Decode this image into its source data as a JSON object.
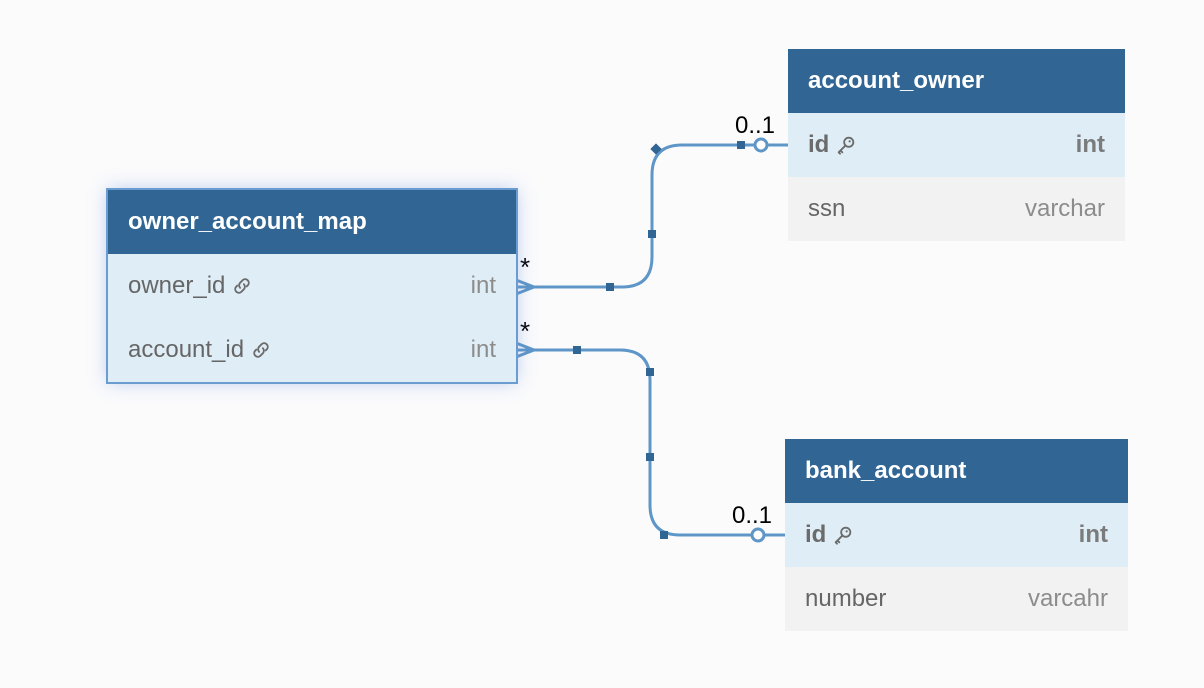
{
  "colors": {
    "header": "#316594",
    "row_highlight": "#dfedf6",
    "row_plain": "#f2f2f2",
    "edge": "#5e96c8",
    "selection": "#6a9bd1"
  },
  "tables": {
    "owner_account_map": {
      "title": "owner_account_map",
      "rows": [
        {
          "name": "owner_id",
          "type": "int",
          "icon": "link-icon"
        },
        {
          "name": "account_id",
          "type": "int",
          "icon": "link-icon"
        }
      ]
    },
    "account_owner": {
      "title": "account_owner",
      "rows": [
        {
          "name": "id",
          "type": "int",
          "icon": "key-icon"
        },
        {
          "name": "ssn",
          "type": "varchar"
        }
      ]
    },
    "bank_account": {
      "title": "bank_account",
      "rows": [
        {
          "name": "id",
          "type": "int",
          "icon": "key-icon"
        },
        {
          "name": "number",
          "type": "varcahr"
        }
      ]
    }
  },
  "relationships": [
    {
      "from": "owner_account_map.owner_id",
      "to": "account_owner.id",
      "from_cardinality": "*",
      "to_cardinality": "0..1"
    },
    {
      "from": "owner_account_map.account_id",
      "to": "bank_account.id",
      "from_cardinality": "*",
      "to_cardinality": "0..1"
    }
  ]
}
